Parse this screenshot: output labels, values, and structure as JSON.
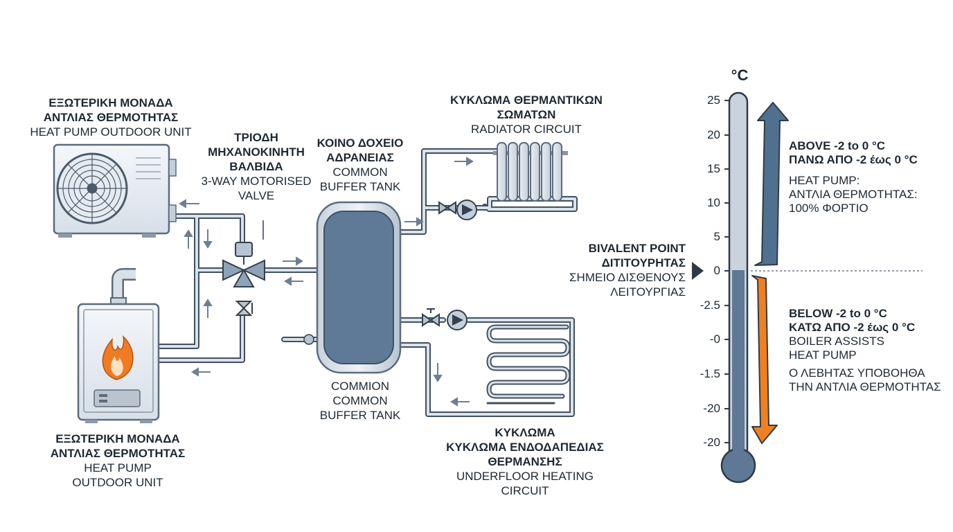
{
  "labels": {
    "outdoor_unit": {
      "el": "ΕΞΩΤΕΡΙΚΗ ΜΟΝΑΔΑ",
      "el2": "ΑΝΤΛΙΑΣ ΘΕΡΜΟΤΗΤΑΣ",
      "en": "HEAT PUMP OUTDOOR UNIT"
    },
    "valve": {
      "el": "ΤΡΙΟΔΗ",
      "el2": "ΜΗΧΑΝΟΚΙΝΗΤΗ",
      "el3": "ΒΑΛΒΙΔΑ",
      "en": "3-WAY MOTORISED",
      "en2": "VALVE"
    },
    "buffer_top": {
      "el": "ΚΟΙΝΟ ΔΟΧΕΙΟ",
      "el2": "ΑΔΡΑΝΕΙΑΣ",
      "en": "COMMON",
      "en2": "BUFFER TANK"
    },
    "radiator": {
      "el": "ΚΥΚΛΩΜΑ ΘΕΡΜΑΝΤΙΚΩΝ",
      "el2": "ΣΩΜΑΤΩΝ",
      "en": "RADIATOR CIRCUIT"
    },
    "boiler": {
      "el": "ΕΞΩΤΕΡΙΚΗ ΜΟΝΑΔΑ",
      "el2": "ΑΝΤΛΙΑΣ ΘΕΡΜΟΤΗΤΑΣ",
      "en": "HEAT PUMP",
      "en2": "OUTDOOR UNIT"
    },
    "buffer_bottom": {
      "l1": "COMMION",
      "l2": "COMMON",
      "l3": "BUFFER TANK"
    },
    "underfloor": {
      "el": "ΚΥΚΛΩΜΑ",
      "el2": "ΚΥΚΛΩΜΑ ΕΝΔΟΔΑΠΕΔΙΑΣ",
      "el3": "ΘΕΡΜΑΝΣΗΣ",
      "en": "UNDERFLOOR HEATING",
      "en2": "CIRCUIT"
    },
    "bivalent": {
      "l1": "BIVALENT POINT",
      "l2": "ΔΙΤΙΤΟΥΡΗΤΑΣ",
      "l3": "ΣΗΜΕΙΟ ΔΙΣΘΕΝΟΥΣ",
      "l4": "ΛΕΙΤΟΥΡΓΙΑΣ"
    },
    "above": {
      "t1": "ABOVE -2 to 0 °C",
      "t2": "ΠΑΝΩ ΑΠΟ -2 έως 0 °C",
      "d1": "HEAT PUMP:",
      "d2": "ΑΝΤΛΙΑ ΘΕΡΜΟΤΗΤΑΣ:",
      "d3": "100% ΦΟΡΤΙΟ"
    },
    "below": {
      "t1": "BELOW -2 to 0 °C",
      "t2": "ΚΑΤΩ ΑΠΟ -2 έως 0 °C",
      "d1": "BOILER ASSISTS",
      "d2": "HEAT PUMP",
      "d3": "Ο ΛΕΒΗΤΑΣ ΥΠΟΒΟΗΘΑ",
      "d4": "ΤΗΝ ΑΝΤΛΙΑ ΘΕΡΜΟΤΗΤΑΣ"
    }
  },
  "thermometer": {
    "unit": "°C",
    "ticks": [
      "25",
      "20",
      "15",
      "10",
      "5",
      "0",
      "-2.5",
      "-0",
      "-1.5",
      "-20",
      "-20"
    ],
    "bivalent_tick_index": 5
  },
  "colors": {
    "pipe": "#5c6b7c",
    "tank": "#5f7a96",
    "arrow_up": "#50708f",
    "arrow_down": "#f0801f",
    "flame": "#f07b22",
    "thermo_cold": "#5e7895"
  }
}
